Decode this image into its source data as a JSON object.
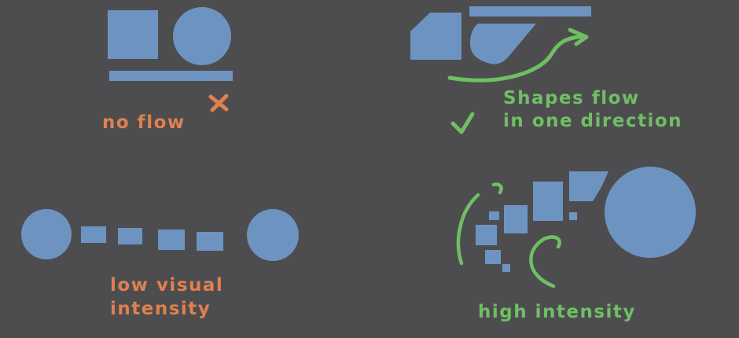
{
  "colors": {
    "background": "#4d4d4f",
    "shape": "#6d94c1",
    "negative": "#e0804f",
    "positive": "#6fbf63"
  },
  "panels": {
    "no_flow": {
      "mark": "cross",
      "label": "no flow"
    },
    "flow": {
      "mark": "check",
      "label_line1": "Shapes flow",
      "label_line2": "in one direction"
    },
    "low_intensity": {
      "label_line1": "low visual",
      "label_line2": "intensity"
    },
    "high_intensity": {
      "label": "high intensity"
    }
  }
}
